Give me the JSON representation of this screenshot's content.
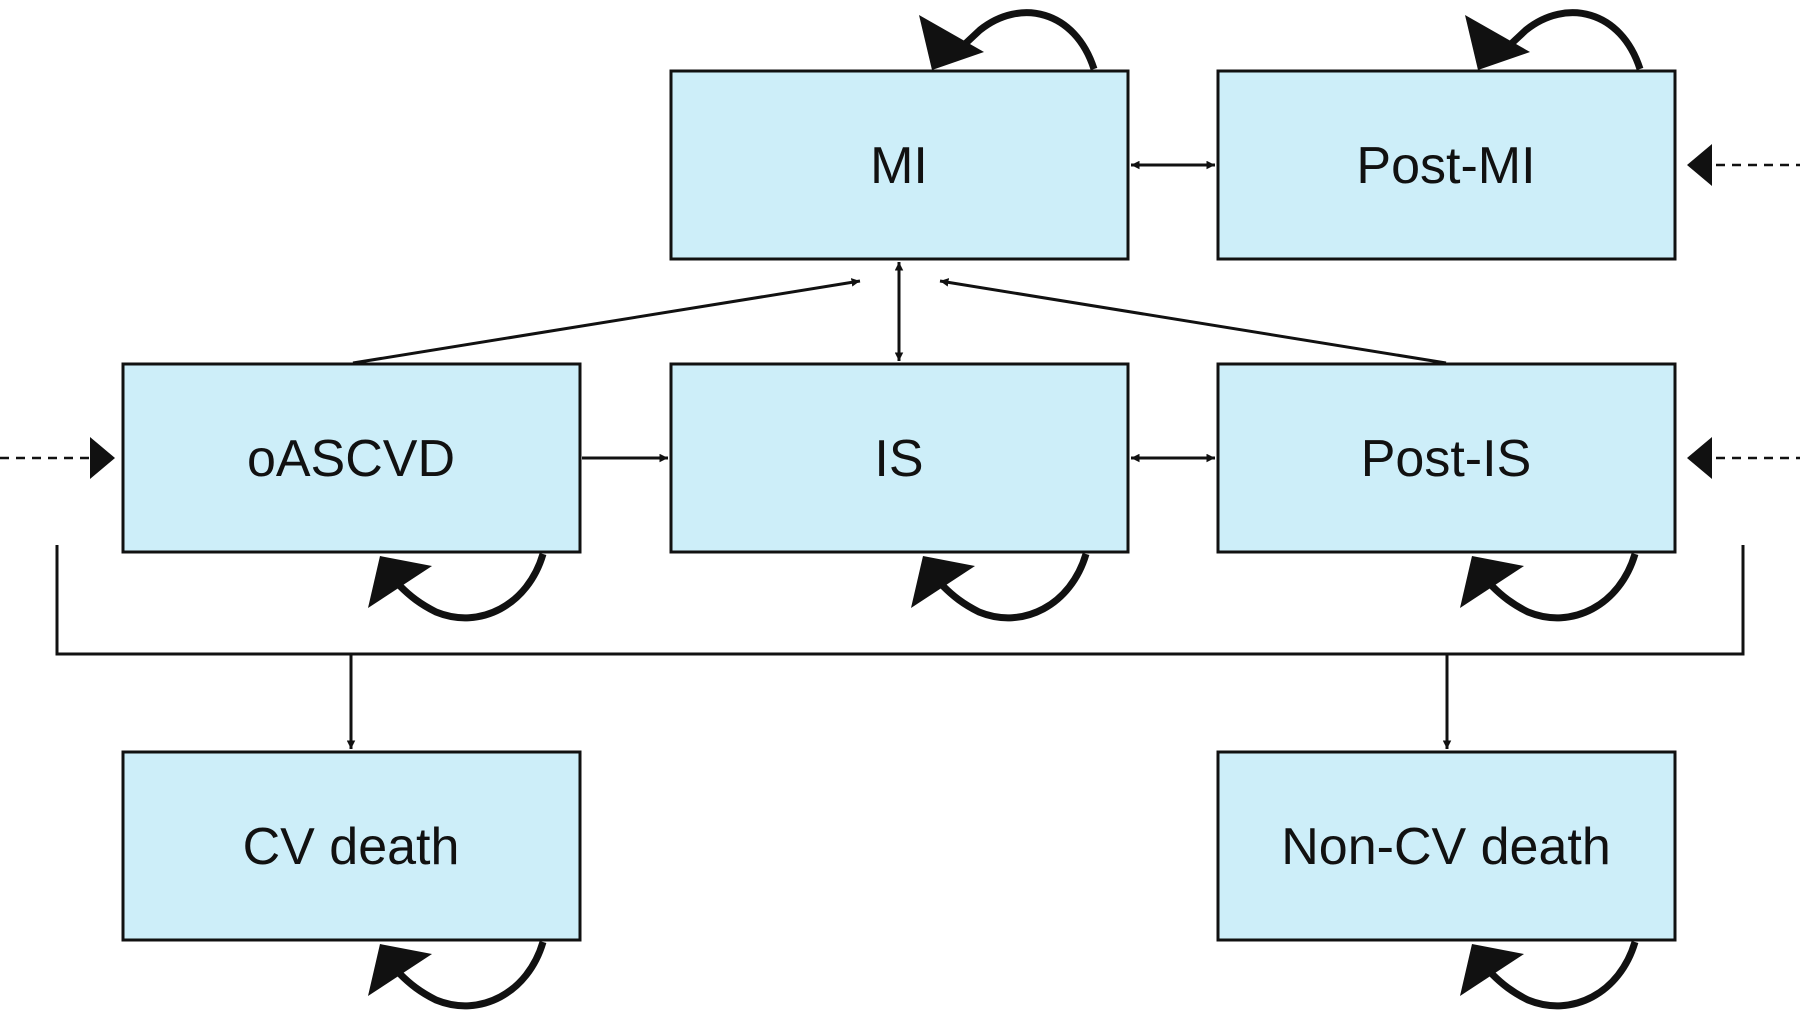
{
  "diagram": {
    "states": {
      "mi": "MI",
      "post_mi": "Post-MI",
      "oascvd": "oASCVD",
      "is": "IS",
      "post_is": "Post-IS",
      "cv_death": "CV death",
      "non_cv_death": "Non-CV death"
    },
    "colors": {
      "box_fill": "#cdeef9",
      "stroke": "#111111"
    }
  }
}
